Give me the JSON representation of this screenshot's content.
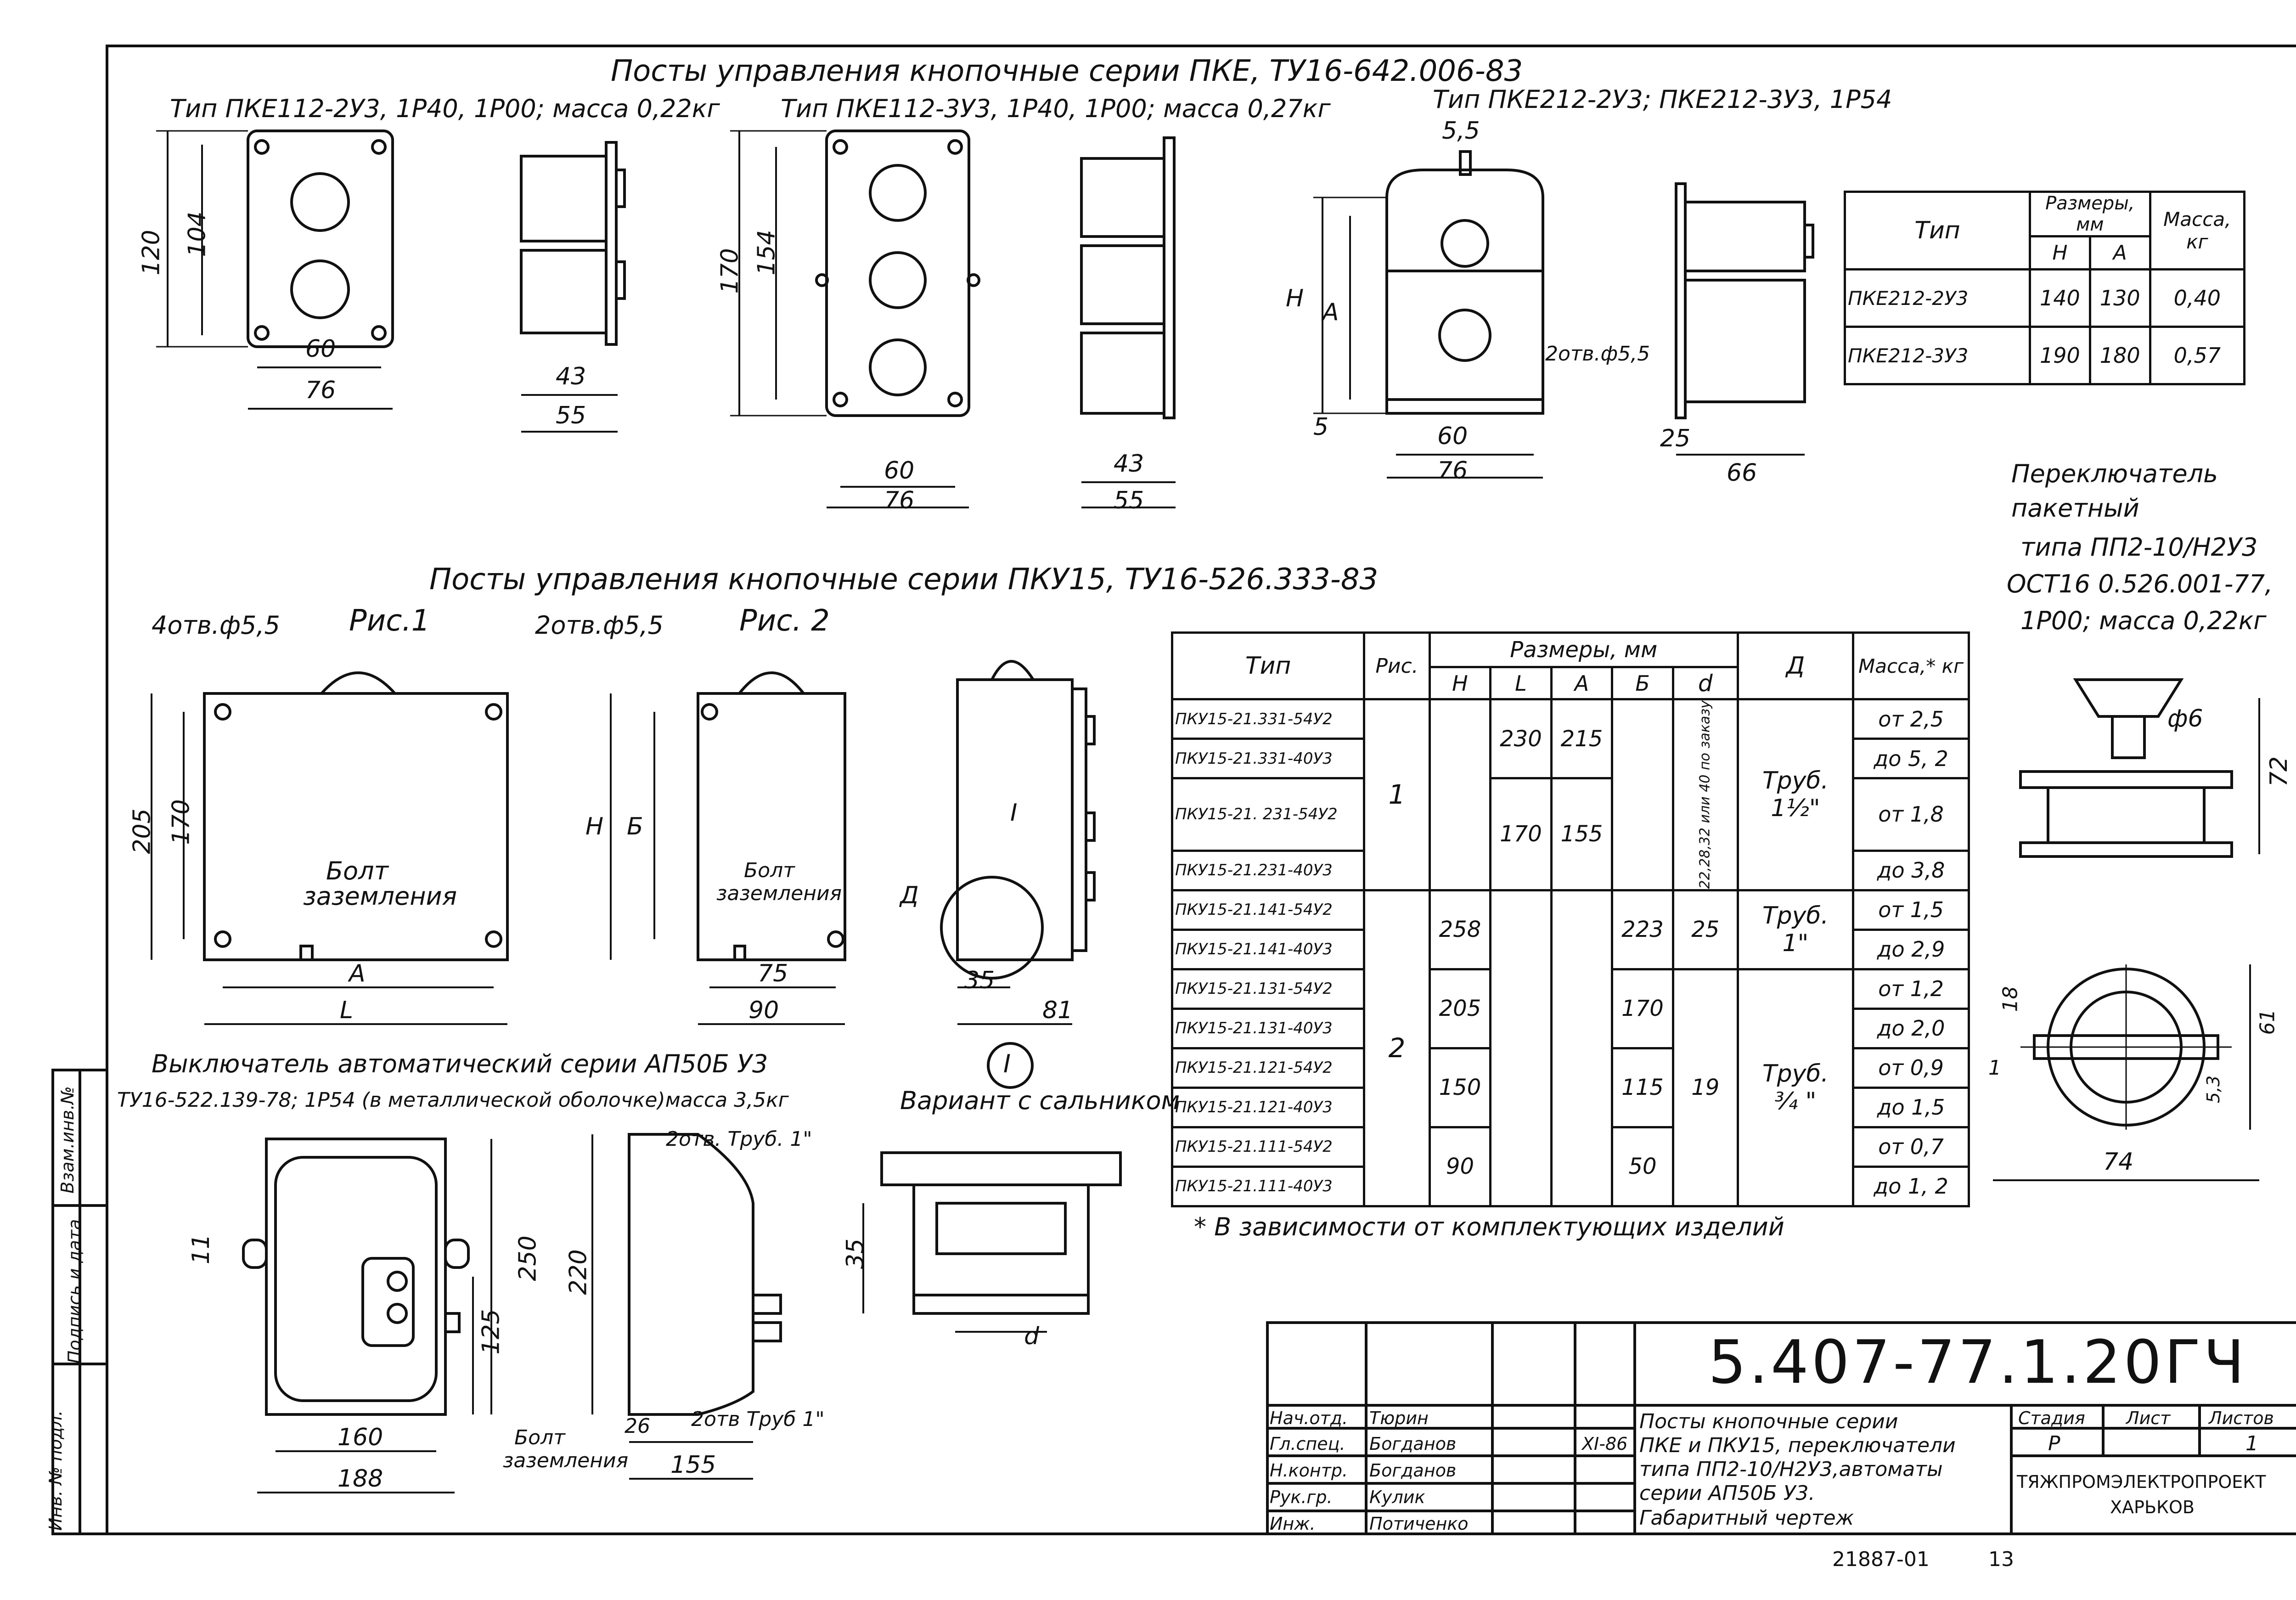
{
  "sheet": {
    "pke_header": "Посты управления кнопочные серии ПКЕ, ТУ16-642.006-83",
    "pku_header": "Посты управления кнопочные серии ПКУ15, ТУ16-526.333-83"
  },
  "pke": {
    "view1_title": "Тип ПКЕ112-2У3, 1Р40, 1Р00; масса 0,22кг",
    "view1_dims": [
      "120",
      "104",
      "60",
      "76",
      "43",
      "55"
    ],
    "view2_title": "Тип ПКЕ112-3У3, 1Р40, 1Р00; масса 0,27кг",
    "view2_dims": [
      "170",
      "154",
      "60",
      "76",
      "43",
      "55"
    ],
    "view3_title": "Тип ПКЕ212-2У3; ПКЕ212-3У3, 1Р54",
    "view3_dims": [
      "5,5",
      "Н",
      "А",
      "5",
      "60",
      "76",
      "2отв.ф5,5",
      "25",
      "66"
    ]
  },
  "pke_table": {
    "col_type": "Тип",
    "col_dims": "Размеры, мм",
    "col_h": "Н",
    "col_a": "А",
    "col_mass": "Масса, кг",
    "rows": [
      {
        "type": "ПКЕ212-2У3",
        "h": "140",
        "a": "130",
        "mass": "0,40"
      },
      {
        "type": "ПКЕ212-3У3",
        "h": "190",
        "a": "180",
        "mass": "0,57"
      }
    ]
  },
  "switch_pp": {
    "caption": [
      "Переключатель",
      "пакетный",
      "типа ПП2-10/Н2У3",
      "ОСТ16 0.526.001-77,",
      "1Р00; масса 0,22кг"
    ],
    "dims": [
      "ф6",
      "72",
      "18",
      "1",
      "61",
      "5,3",
      "74"
    ]
  },
  "pku": {
    "fig1_label": "Рис.1",
    "fig1_holes": "4отв.ф5,5",
    "fig1_dims": [
      "205",
      "170",
      "А",
      "L"
    ],
    "fig2_label": "Рис. 2",
    "fig2_holes": "2отв.ф5,5",
    "fig2_dims": [
      "Н",
      "Б",
      "75",
      "90"
    ],
    "ground": [
      "Болт",
      "заземления"
    ],
    "side_dims": [
      "Д",
      "I",
      "35",
      "81"
    ],
    "detail_mark": "I"
  },
  "pku_table": {
    "col_type": "Тип",
    "col_fig": "Рис.",
    "col_dims": "Размеры, мм",
    "col_h": "Н",
    "col_l": "L",
    "col_a": "А",
    "col_b": "Б",
    "col_d": "d",
    "col_dd": "Д",
    "col_mass": "Масса,* кг",
    "d_note": "22,28,32 или 40 по заказу",
    "rows": [
      {
        "type": "ПКУ15-21.331-54У2",
        "mass": "от 2,5"
      },
      {
        "type": "ПКУ15-21.331-40У3",
        "mass": "до 5, 2"
      },
      {
        "type": "ПКУ15-21. 231-54У2",
        "mass": "от 1,8"
      },
      {
        "type": "ПКУ15-21.231-40У3",
        "mass": "до 3,8"
      },
      {
        "type": "ПКУ15-21.141-54У2",
        "mass": "от 1,5"
      },
      {
        "type": "ПКУ15-21.141-40У3",
        "mass": "до 2,9"
      },
      {
        "type": "ПКУ15-21.131-54У2",
        "mass": "от 1,2"
      },
      {
        "type": "ПКУ15-21.131-40У3",
        "mass": "до 2,0"
      },
      {
        "type": "ПКУ15-21.121-54У2",
        "mass": "от 0,9"
      },
      {
        "type": "ПКУ15-21.121-40У3",
        "mass": "до 1,5"
      },
      {
        "type": "ПКУ15-21.111-54У2",
        "mass": "от 0,7"
      },
      {
        "type": "ПКУ15-21.111-40У3",
        "mass": "до 1, 2"
      }
    ],
    "fig_1": "1",
    "fig_2": "2",
    "l_230": "230",
    "a_215": "215",
    "l_170": "170",
    "a_155": "155",
    "h_258": "258",
    "b_223": "223",
    "d_25": "25",
    "h_205": "205",
    "b_170": "170",
    "h_150": "150",
    "b_115": "115",
    "d_19": "19",
    "h_90": "90",
    "b_50": "50",
    "pipe1": [
      "Труб.",
      "1½\""
    ],
    "pipe2": [
      "Труб.",
      "1\""
    ],
    "pipe3": [
      "Труб.",
      "¾ \""
    ],
    "footnote": "* В зависимости от комплектующих изделий"
  },
  "ap50": {
    "title": "Выключатель автоматический серии АП50Б У3",
    "subtitle": "ТУ16-522.139-78; 1Р54 (в металлической оболочке)масса 3,5кг",
    "dims": [
      "11",
      "250",
      "125",
      "160",
      "188",
      "220",
      "26",
      "155"
    ],
    "holes_top": "2отв. Труб. 1\"",
    "holes_bottom": "2отв Труб 1\"",
    "ground": [
      "Болт",
      "заземления"
    ]
  },
  "gland": {
    "title": "Вариант с сальником",
    "dims": [
      "35",
      "d"
    ]
  },
  "side_stamp": {
    "labels": [
      "Инв. № подл.",
      "Подпись и дата",
      "Взам.инв.№"
    ]
  },
  "title_block": {
    "code": "5.407-77.1.20ГЧ",
    "roles": [
      "Нач.отд.",
      "Гл.спец.",
      "Н.контр.",
      "Рук.гр.",
      "Инж."
    ],
    "names": [
      "Тюрин",
      "Богданов",
      "Богданов",
      "Кулик",
      "Потиченко"
    ],
    "date": "XI-86",
    "description": [
      "Посты кнопочные серии",
      "ПКЕ и ПКУ15, переключатели",
      "типа ПП2-10/Н2У3,автоматы",
      "серии АП50Б У3.",
      "Габаритный чертеж"
    ],
    "stage_label": "Стадия",
    "sheet_label": "Лист",
    "sheets_label": "Листов",
    "stage": "Р",
    "sheets": "1",
    "org": [
      "ТЯЖПРОМЭЛЕКТРОПРОЕКТ",
      "ХАРЬКОВ"
    ],
    "archive": "21887-01",
    "page": "13"
  }
}
